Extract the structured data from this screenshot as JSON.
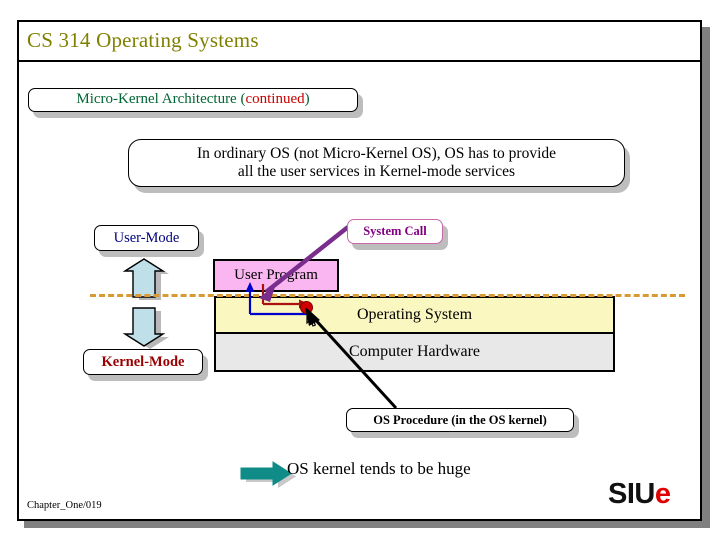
{
  "slide": {
    "title": "CS 314 Operating Systems",
    "footer": "Chapter_One/019"
  },
  "subtitle": {
    "main": "Micro-Kernel Architecture (",
    "highlight": "continued",
    "tail": ")",
    "main_color": "#006633",
    "highlight_color": "#cc0000"
  },
  "statement": {
    "line1": "In ordinary OS (not Micro-Kernel OS), OS has to provide",
    "line2": "all the user services in Kernel-mode services"
  },
  "modes": {
    "user": "User-Mode",
    "user_color": "#000080",
    "kernel": "Kernel-Mode",
    "kernel_color": "#990000"
  },
  "labels": {
    "system_call": "System Call",
    "system_call_color": "#800080",
    "os_procedure": "OS Procedure (in the OS kernel)"
  },
  "layers": [
    {
      "name": "User Program",
      "color": "#f9b6f0"
    },
    {
      "name": "Operating System",
      "color": "#fbf7c0"
    },
    {
      "name": "Computer Hardware",
      "color": "#e8e8e8"
    }
  ],
  "conclusion": {
    "text": "OS kernel tends to be huge",
    "arrow_color": "#008080"
  },
  "logo": {
    "text": "SIU",
    "accent": "e",
    "accent_color": "#e00000"
  },
  "colors": {
    "title": "#808000",
    "boundary_dashed": "#d89a34",
    "block_arrow_fill": "#bfe0e8",
    "shadow": "#bdbdbd"
  }
}
